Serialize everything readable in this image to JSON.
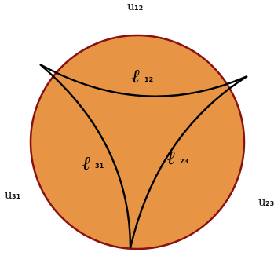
{
  "colors": {
    "disk_fill": "#E79545",
    "disk_border": "#8B1010",
    "geodesic": "#000000"
  },
  "labels": {
    "u12": {
      "base": "u",
      "sub": "12"
    },
    "u23": {
      "base": "u",
      "sub": "23"
    },
    "u31": {
      "base": "u",
      "sub": "31"
    }
  },
  "geodesics": {
    "l12": {
      "base": "ℓ",
      "sub": "12"
    },
    "l23": {
      "base": "ℓ",
      "sub": "23"
    },
    "l31": {
      "base": "ℓ",
      "sub": "31"
    }
  }
}
